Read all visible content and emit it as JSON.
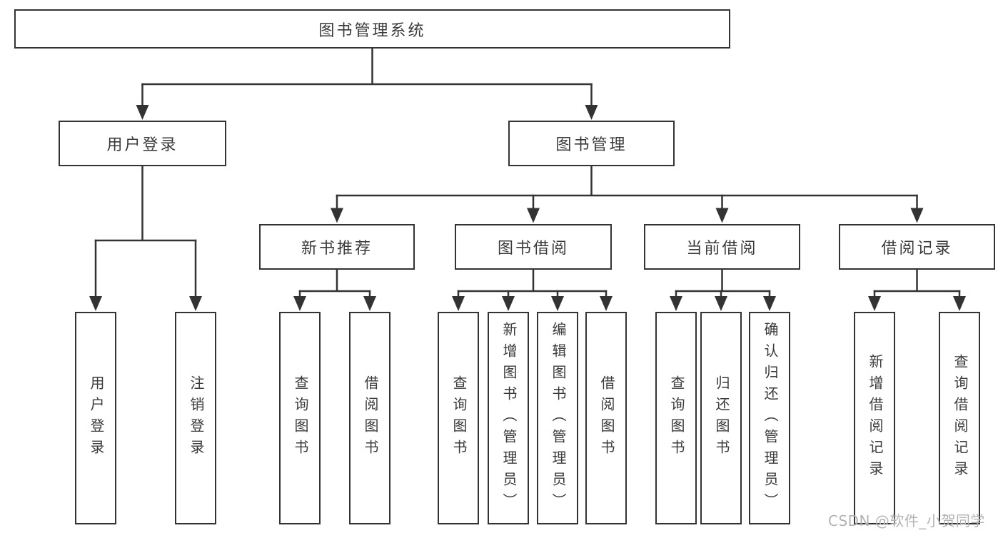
{
  "diagram": {
    "tree": {
      "label": "图书管理系统",
      "children": [
        {
          "label": "用户登录",
          "children": [
            {
              "label": "用户登录"
            },
            {
              "label": "注销登录"
            }
          ]
        },
        {
          "label": "图书管理",
          "children": [
            {
              "label": "新书推荐",
              "children": [
                {
                  "label": "查询图书"
                },
                {
                  "label": "借阅图书"
                }
              ]
            },
            {
              "label": "图书借阅",
              "children": [
                {
                  "label": "查询图书"
                },
                {
                  "label": "新增图书（管理员）"
                },
                {
                  "label": "编辑图书（管理员）"
                },
                {
                  "label": "借阅图书"
                }
              ]
            },
            {
              "label": "当前借阅",
              "children": [
                {
                  "label": "查询图书"
                },
                {
                  "label": "归还图书"
                },
                {
                  "label": "确认归还（管理员）"
                }
              ]
            },
            {
              "label": "借阅记录",
              "children": [
                {
                  "label": "新增借阅记录"
                },
                {
                  "label": "查询借阅记录"
                }
              ]
            }
          ]
        }
      ]
    },
    "colors": {
      "line": "#333333",
      "text": "#3a3a3a",
      "watermark": "#b3b3b3",
      "box_fill": "#ffffff"
    },
    "watermark": "CSDN @软件_小贺同学"
  }
}
